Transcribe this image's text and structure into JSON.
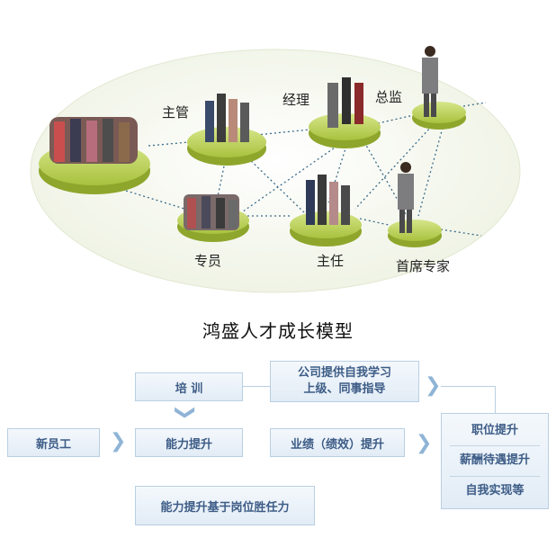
{
  "network": {
    "nodes": [
      {
        "id": "crowd",
        "label": ""
      },
      {
        "id": "manager",
        "label": "主管"
      },
      {
        "id": "jingli",
        "label": "经理"
      },
      {
        "id": "director",
        "label": "总监"
      },
      {
        "id": "specialist",
        "label": "专员"
      },
      {
        "id": "supervisor",
        "label": "主任"
      },
      {
        "id": "chief",
        "label": "首席专家"
      }
    ]
  },
  "title": "鸿盛人才成长模型",
  "flow": {
    "new_employee": "新员工",
    "training": "培  训",
    "ability_up": "能力提升",
    "ability_basis": "能力提升基于岗位胜任力",
    "company_support_line1": "公司提供自我学习",
    "company_support_line2": "上级、同事指导",
    "performance": "业绩（绩效）提升",
    "outcomes": [
      "职位提升",
      "薪酬待遇提升",
      "自我实现等"
    ]
  },
  "colors": {
    "box_text": "#3d5c86",
    "box_border": "#b9cfe3",
    "chevron": "#8fb4d6",
    "ellipse_fill": "#f3f6ea",
    "platform": "#a9c43a"
  }
}
